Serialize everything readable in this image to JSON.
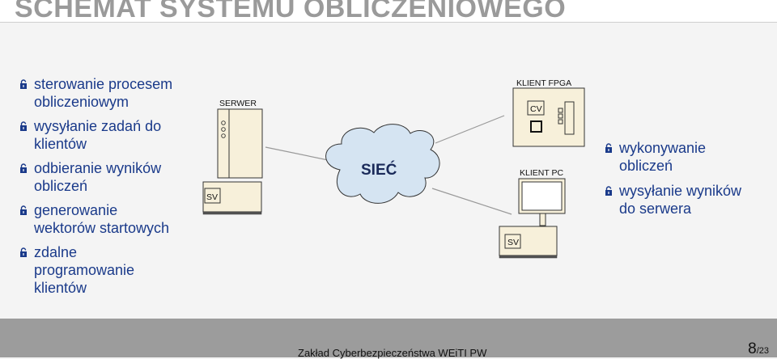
{
  "title": "SCHEMAT SYSTEMU OBLICZENIOWEGO",
  "left_bullets": [
    {
      "line1": "sterowanie procesem",
      "line2": "obliczeniowym"
    },
    {
      "line1": "wysyłanie zadań do",
      "line2": "klientów"
    },
    {
      "line1": "odbieranie wyników",
      "line2": "obliczeń"
    },
    {
      "line1": "generowanie",
      "line2": "wektorów startowych"
    },
    {
      "line1": "zdalne",
      "line2": "programowanie",
      "line3": "klientów"
    }
  ],
  "right_bullets": [
    {
      "line1": "wykonywanie",
      "line2": "obliczeń"
    },
    {
      "line1": "wysyłanie wyników",
      "line2": "do serwera"
    }
  ],
  "diagram": {
    "server_label": "SERWER",
    "server_sv": "SV",
    "cloud_label": "SIEĆ",
    "fpga_label": "KLIENT FPGA",
    "fpga_cv": "CV",
    "pc_label": "KLIENT PC",
    "pc_sv": "SV"
  },
  "footer": {
    "text": "Zakład Cyberbezpieczeństwa  WEiTI PW",
    "page": "8",
    "total": "/23"
  },
  "colors": {
    "bullet_text": "#1a3a8a",
    "device_fill": "#f7f0da",
    "cloud_fill": "#d5e4f2",
    "footer_bg": "#9c9c9c"
  }
}
